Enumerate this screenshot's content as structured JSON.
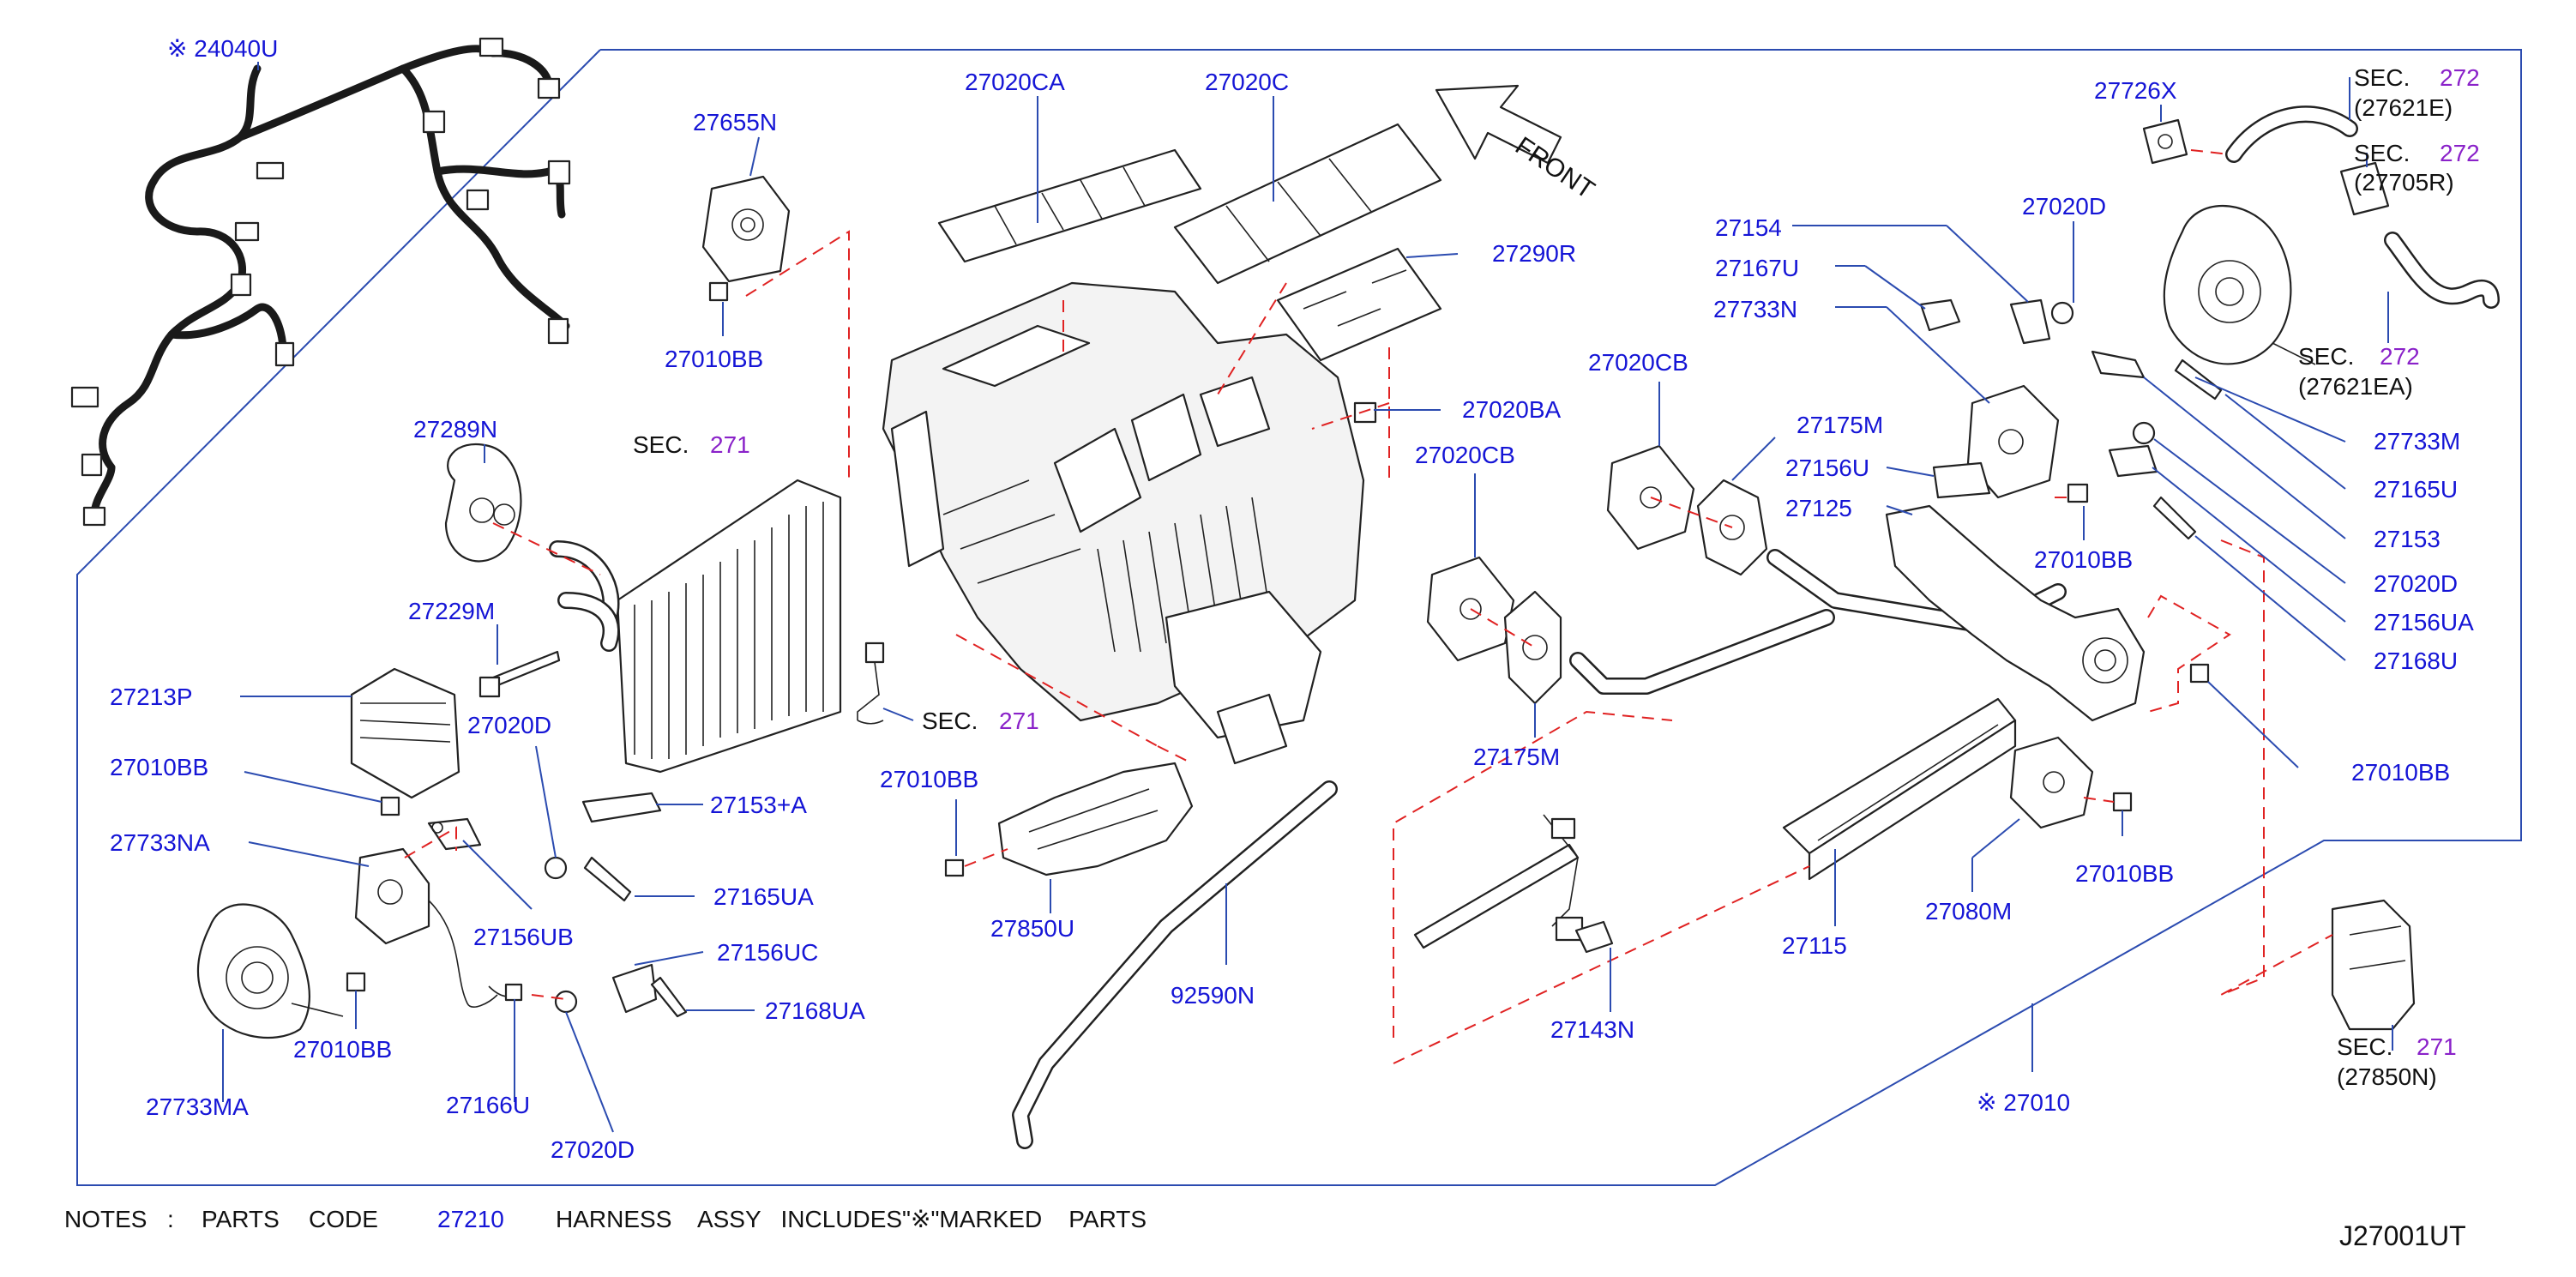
{
  "diagram_id": "J27001UT",
  "front_label": "FRONT",
  "notes": {
    "prefix": "NOTES",
    "colon": ":",
    "parts_word": "PARTS",
    "code_word": "CODE",
    "code": "27210",
    "text": "HARNESS    ASSY   INCLUDES\"※\"MARKED    PARTS"
  },
  "sections": {
    "sec_word": "SEC.",
    "num_271": "271",
    "num_272": "272",
    "ref_27621E": "(27621E)",
    "ref_27705R": "(27705R)",
    "ref_27621EA": "(27621EA)",
    "ref_27850N": "(27850N)"
  },
  "labels": {
    "p24040U": "※  24040U",
    "p27655N": "27655N",
    "p27010BB_a": "27010BB",
    "p27289N": "27289N",
    "p27229M": "27229M",
    "p27213P": "27213P",
    "p27010BB_b": "27010BB",
    "p27733NA": "27733NA",
    "p27010BB_c": "27010BB",
    "p27733MA": "27733MA",
    "p27020D_a": "27020D",
    "p27153A": "27153+A",
    "p27165UA": "27165UA",
    "p27156UB": "27156UB",
    "p27156UC": "27156UC",
    "p27168UA": "27168UA",
    "p27166U": "27166U",
    "p27020D_b": "27020D",
    "p27020CA": "27020CA",
    "p27020C": "27020C",
    "p27290R": "27290R",
    "p27020BA": "27020BA",
    "p27010BB_d": "27010BB",
    "p27850U": "27850U",
    "p92590N": "92590N",
    "p27020CB_a": "27020CB",
    "p27020CB_b": "27020CB",
    "p27175M_a": "27175M",
    "p27175M_b": "27175M",
    "p27154": "27154",
    "p27167U": "27167U",
    "p27733N": "27733N",
    "p27156U": "27156U",
    "p27125": "27125",
    "p27020D_c": "27020D",
    "p27010BB_e": "27010BB",
    "p27143N": "27143N",
    "p27115": "27115",
    "p27080M": "27080M",
    "p27010BB_f": "27010BB",
    "p27010BB_g": "27010BB",
    "p27726X": "27726X",
    "p27733M": "27733M",
    "p27165U": "27165U",
    "p27153": "27153",
    "p27020D_d": "27020D",
    "p27156UA": "27156UA",
    "p27168U": "27168U",
    "p27010": "※  27010"
  },
  "colors": {
    "part_number": "#1515d6",
    "section_number": "#8a22c9",
    "frame": "#2b4bb0",
    "dashed_alignment": "#e02222",
    "line_art": "#222222"
  }
}
